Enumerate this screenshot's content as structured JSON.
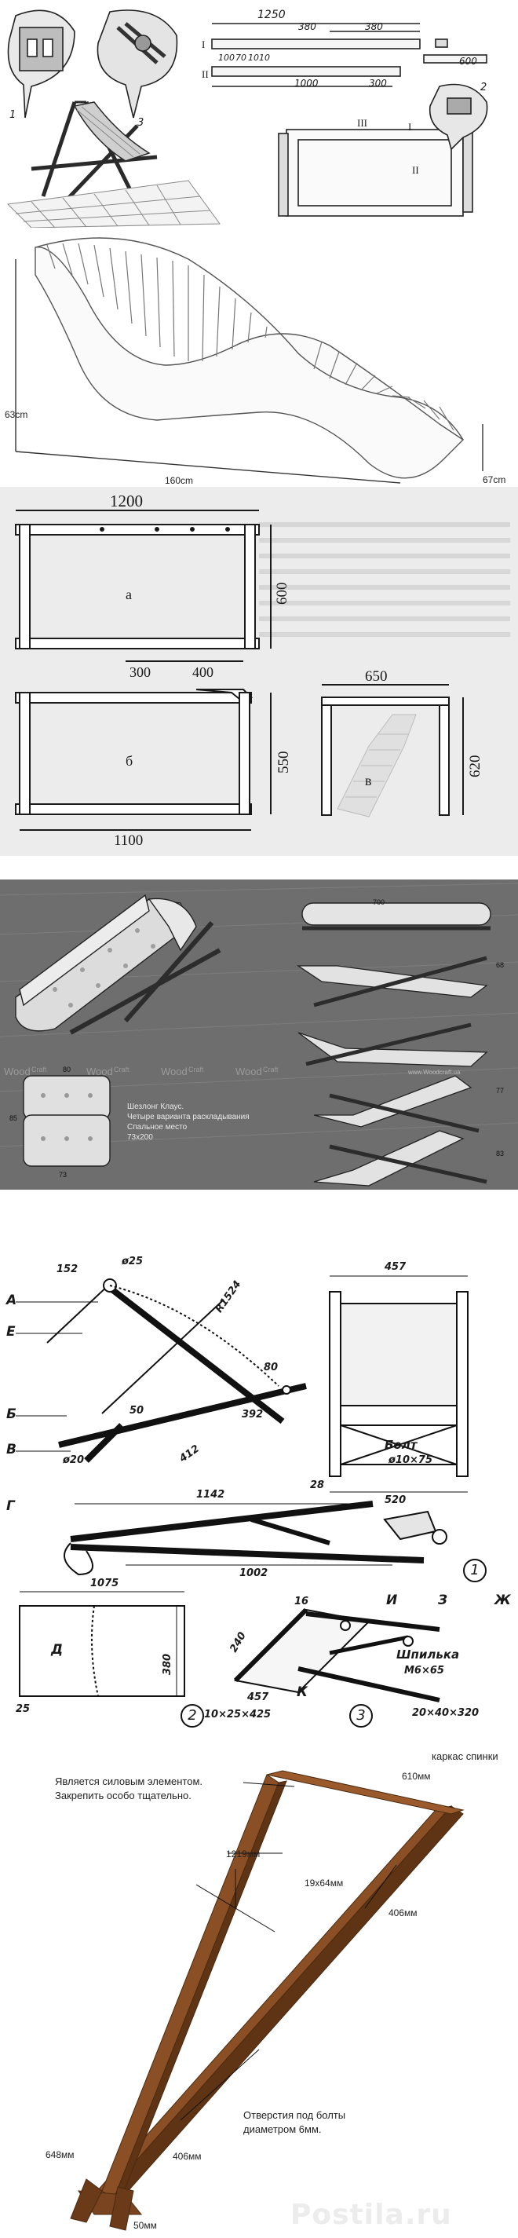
{
  "panel1": {
    "dims": [
      "1250",
      "380",
      "380",
      "100",
      "70",
      "10",
      "10",
      "1000",
      "300",
      "600"
    ],
    "romans": [
      "I",
      "II",
      "III",
      "I",
      "II"
    ],
    "figs": [
      "1",
      "2",
      "3"
    ]
  },
  "panel2": {
    "dims": [
      "63cm",
      "160cm",
      "67cm"
    ]
  },
  "panel3": {
    "dims": [
      "1200",
      "600",
      "300",
      "400",
      "550",
      "1100",
      "650",
      "620"
    ],
    "letters": [
      "а",
      "б",
      "в"
    ]
  },
  "panel4": {
    "dims": [
      "700",
      "80",
      "85",
      "73",
      "68",
      "77",
      "83"
    ],
    "watermark": [
      "Wood",
      "Craft",
      "Wood",
      "Craft",
      "Wood",
      "Craft",
      "Wood",
      "Craft"
    ],
    "watermark_small": "www.Woodcraft.ua",
    "caption": [
      "Шезлонг Клаус.",
      "Четыре варианта раскладывания",
      "Спальное место",
      "73x200"
    ]
  },
  "panel5": {
    "letters": [
      "А",
      "Е",
      "Б",
      "В",
      "Г",
      "Д",
      "И",
      "З",
      "Ж",
      "К"
    ],
    "dims": [
      "152",
      "ø25",
      "R1524",
      "80",
      "50",
      "392",
      "412",
      "ø20",
      "457",
      "28",
      "520",
      "1142",
      "1002",
      "1075",
      "380",
      "25",
      "240",
      "16",
      "457",
      "10×25×425",
      "20×40×320"
    ],
    "bolt": [
      "Болт",
      "ø10×75"
    ],
    "stud": [
      "Шпилька",
      "M6×65"
    ],
    "circles": [
      "1",
      "2",
      "3"
    ]
  },
  "panel6": {
    "title": "каркас спинки",
    "notes": [
      "Является силовым элементом.",
      "Закрепить особо тщательно.",
      "Отверстия под болты",
      "диаметром 6мм."
    ],
    "dims": [
      "610мм",
      "1219мм",
      "19x64мм",
      "406мм",
      "648мм",
      "406мм",
      "50мм"
    ]
  },
  "site_watermark": "Postila.ru"
}
